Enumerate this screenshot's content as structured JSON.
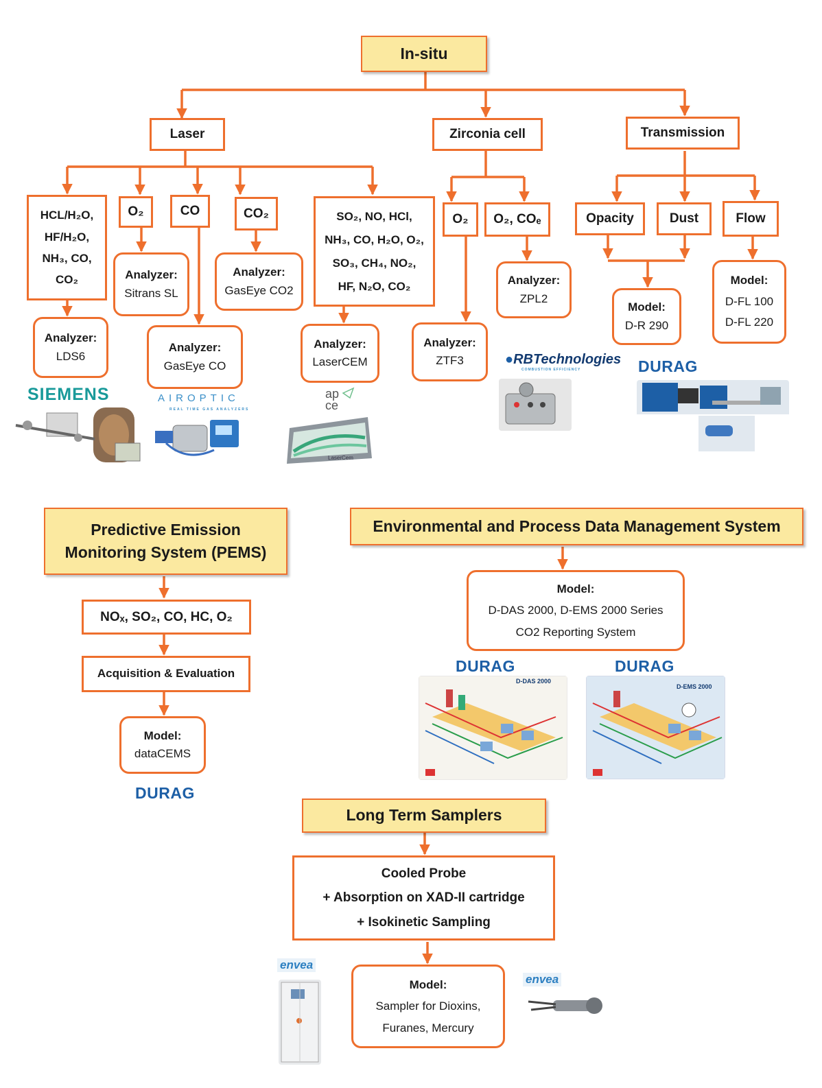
{
  "insitu": {
    "title": "In-situ"
  },
  "laser": {
    "title": "Laser",
    "g1": {
      "l1": "HCL/H₂O,",
      "l2": "HF/H₂O,",
      "l3": "NH₃, CO,",
      "l4": "CO₂"
    },
    "o2": "O₂",
    "co": "CO",
    "co2": "CO₂",
    "multi": {
      "l1": "SO₂, NO, HCl,",
      "l2": "NH₃, CO, H₂O, O₂,",
      "l3": "SO₃, CH₄, NO₂,",
      "l4": "HF, N₂O, CO₂"
    },
    "a1": {
      "head": "Analyzer:",
      "name": "LDS6"
    },
    "a2": {
      "head": "Analyzer:",
      "name": "Sitrans SL"
    },
    "a3": {
      "head": "Analyzer:",
      "name": "GasEye CO"
    },
    "a4": {
      "head": "Analyzer:",
      "name": "GasEye CO2"
    },
    "a5": {
      "head": "Analyzer:",
      "name": "LaserCEM"
    }
  },
  "zirconia": {
    "title": "Zirconia cell",
    "o2": "O₂",
    "o2co": "O₂, COₑ",
    "a1": {
      "head": "Analyzer:",
      "name": "ZTF3"
    },
    "a2": {
      "head": "Analyzer:",
      "name": "ZPL2"
    }
  },
  "transmission": {
    "title": "Transmission",
    "opacity": "Opacity",
    "dust": "Dust",
    "flow": "Flow",
    "m1": {
      "head": "Model:",
      "name": "D-R 290"
    },
    "m2": {
      "head": "Model:",
      "l1": "D-FL 100",
      "l2": "D-FL 220"
    }
  },
  "pems": {
    "title_l1": "Predictive Emission",
    "title_l2": "Monitoring System (PEMS)",
    "gases": "NOₓ, SO₂, CO, HC, O₂",
    "acq": "Acquisition & Evaluation",
    "model": {
      "head": "Model:",
      "name": "dataCEMS"
    }
  },
  "epdms": {
    "title": "Environmental and Process Data Management System",
    "model": {
      "head": "Model:",
      "l1": "D-DAS 2000, D-EMS 2000 Series",
      "l2": "CO2 Reporting System"
    },
    "img1_label": "D-DAS 2000",
    "img2_label": "D-EMS 2000"
  },
  "lts": {
    "title": "Long Term Samplers",
    "probe": {
      "l1": "Cooled Probe",
      "l2": "+ Absorption on XAD-II cartridge",
      "l3": "+ Isokinetic Sampling"
    },
    "model": {
      "head": "Model:",
      "l1": "Sampler for Dioxins,",
      "l2": "Furanes, Mercury"
    }
  },
  "logos": {
    "siemens": "SIEMENS",
    "airoptic": "AIROPTIC",
    "airoptic_sub": "REAL TIME GAS ANALYZERS",
    "ape": "ap\nce",
    "rbt": "RBTechnologies",
    "rbt_sub": "COMBUSTION EFFICIENCY",
    "durag": "DURAG",
    "envea": "envea",
    "lasercem_label": "LaserCem"
  },
  "colors": {
    "connector": "#ee6f2d",
    "header_fill": "#fbe9a0",
    "brand_blue": "#1d5fa6"
  }
}
